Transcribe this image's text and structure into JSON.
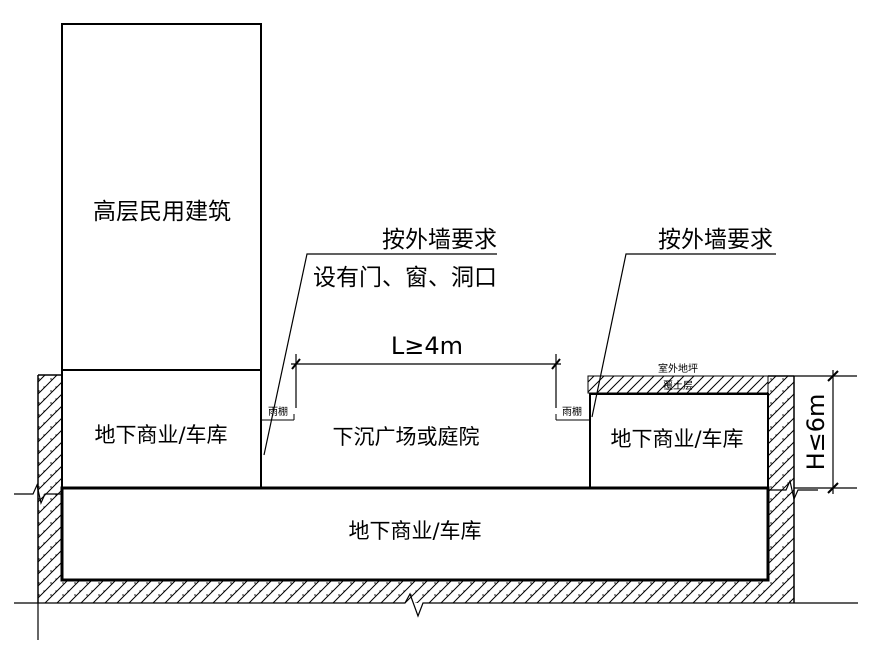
{
  "labels": {
    "high_rise": "高层民用建筑",
    "basement_left": "地下商业/车库",
    "basement_right": "地下商业/车库",
    "basement_main": "地下商业/车库",
    "sunken_plaza": "下沉广场或庭院",
    "exterior_wall_left": "按外墙要求",
    "openings_note": "设有门、窗、洞口",
    "exterior_wall_right": "按外墙要求",
    "distance_dim": "L≥4m",
    "height_dim": "H≤6m",
    "canopy_left": "雨棚",
    "canopy_right": "雨棚",
    "outdoor_ground": "室外地坪",
    "soil_cover": "覆土层"
  }
}
